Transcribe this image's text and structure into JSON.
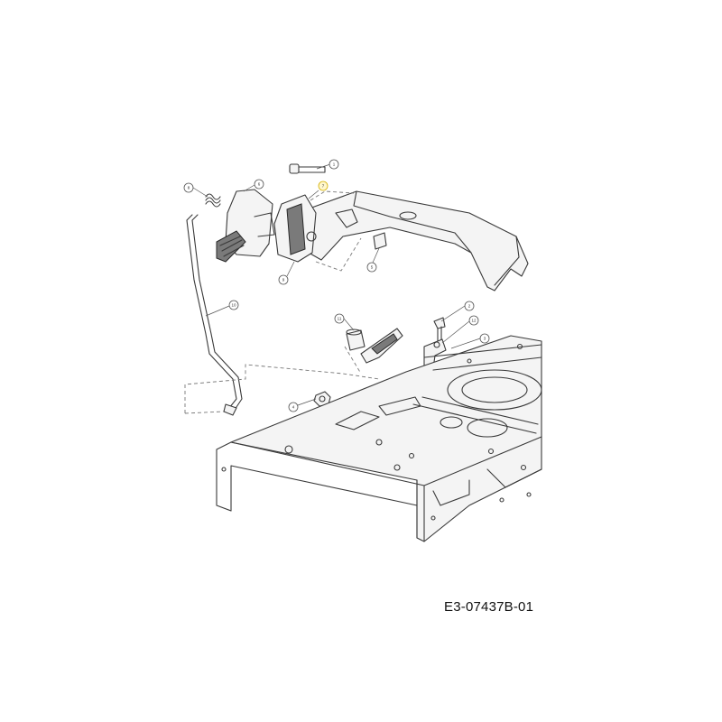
{
  "drawing_code": "E3-07437B-01",
  "callouts": [
    "1",
    "2",
    "3",
    "4",
    "5",
    "6",
    "7",
    "8",
    "9",
    "10",
    "11",
    "12"
  ],
  "highlighted_callout": "7",
  "colors": {
    "line": "#3a3a3a",
    "highlight": "#fff7cc"
  }
}
